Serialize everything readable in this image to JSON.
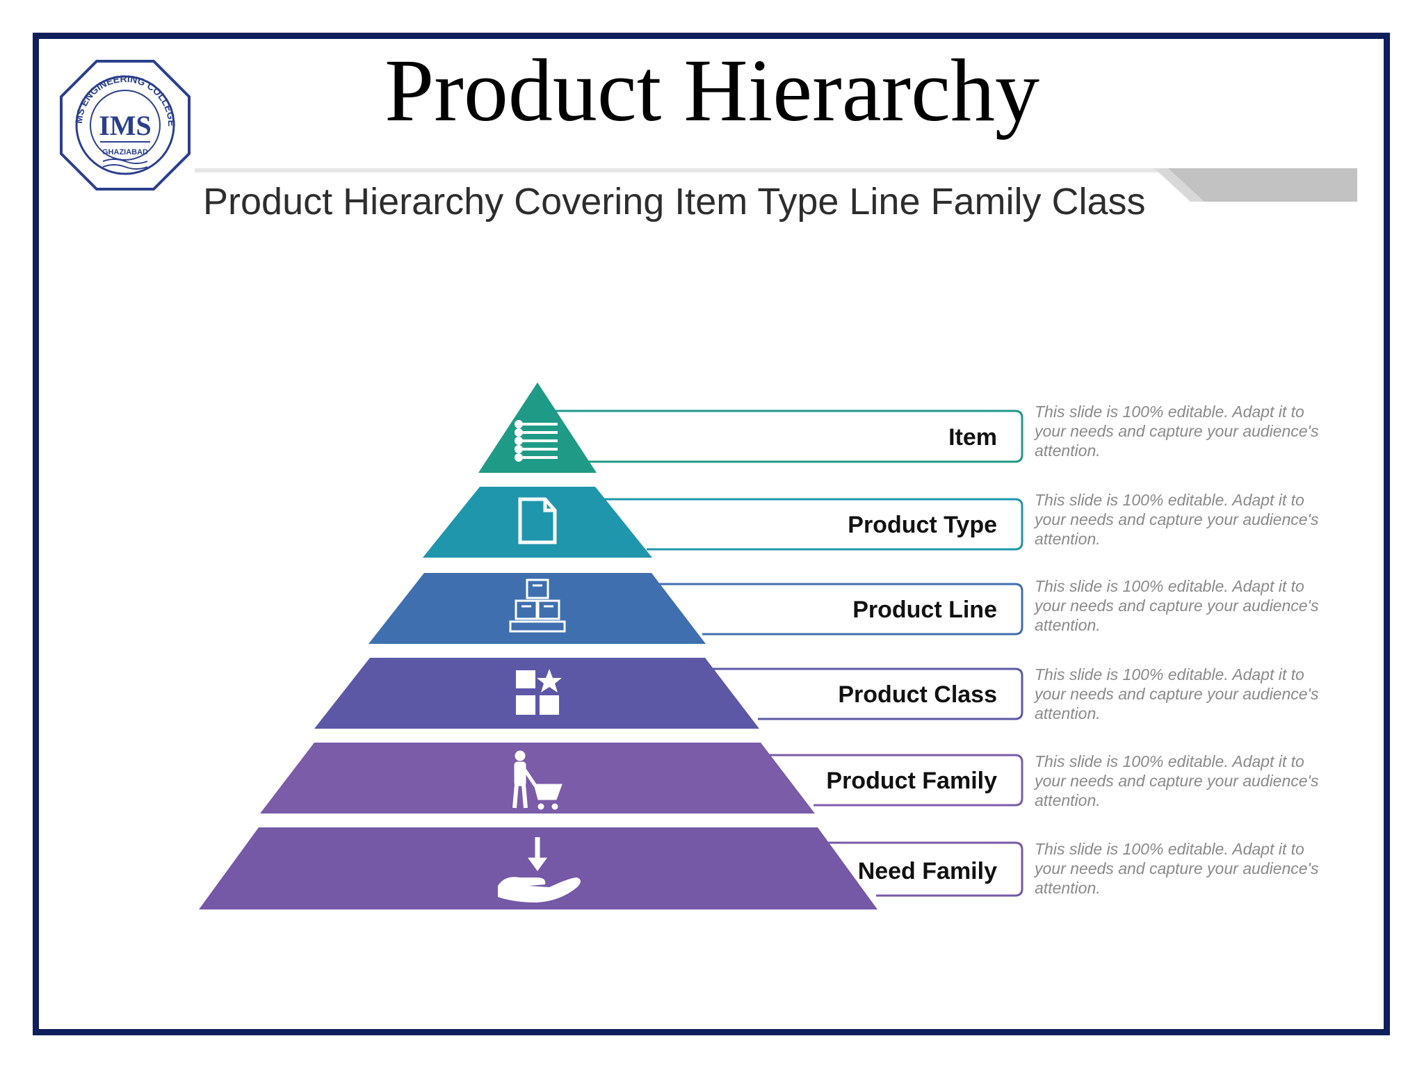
{
  "slide": {
    "title": "Product Hierarchy",
    "subtitle": "Product Hierarchy Covering Item Type Line Family Class"
  },
  "logo": {
    "top_text": "IMS ENGINEERING COLLEGE",
    "center_text": "IMS",
    "bottom_text": "GHAZIABAD"
  },
  "colors": {
    "frame": "#0f1f5c",
    "level_1": "#1f9a86",
    "level_2": "#1f96ac",
    "level_3": "#3f6fae",
    "level_4": "#5c58a6",
    "level_5": "#7a5ca8",
    "level_6": "#7558a6"
  },
  "pyramid": {
    "levels": [
      {
        "label": "Item",
        "icon": "list-icon",
        "description": "This slide is 100% editable. Adapt it to your needs and capture your audience's attention."
      },
      {
        "label": "Product Type",
        "icon": "document-icon",
        "description": "This slide is 100% editable. Adapt it to your needs and capture your audience's attention."
      },
      {
        "label": "Product Line",
        "icon": "stacked-boxes-icon",
        "description": "This slide is 100% editable. Adapt it to your needs and capture your audience's attention."
      },
      {
        "label": "Product Class",
        "icon": "boxes-star-icon",
        "description": "This slide is 100% editable. Adapt it to your needs and capture your audience's attention."
      },
      {
        "label": "Product Family",
        "icon": "shopping-cart-person-icon",
        "description": "This slide is 100% editable. Adapt it to your needs and capture your audience's attention."
      },
      {
        "label": "Need Family",
        "icon": "hand-receive-icon",
        "description": "This slide is 100% editable. Adapt it to your needs and capture your audience's attention."
      }
    ]
  }
}
